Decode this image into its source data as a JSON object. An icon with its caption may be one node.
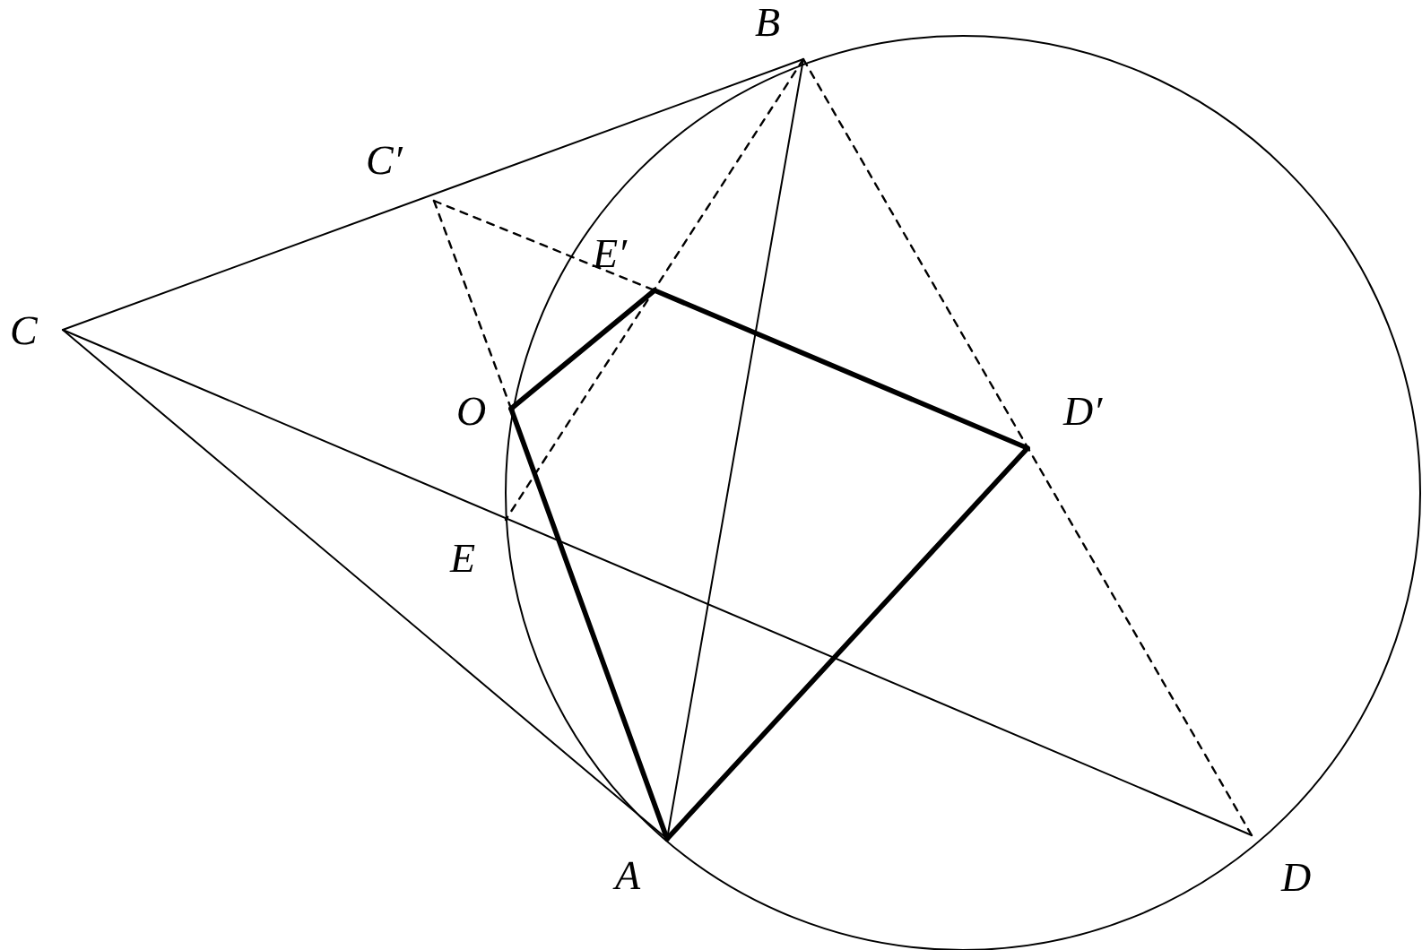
{
  "diagram": {
    "nodes": [
      {
        "text": [
          "B"
        ]
      },
      {
        "text": [
          "C′"
        ]
      },
      {
        "text": [
          "C"
        ]
      },
      {
        "text": [
          "E′"
        ]
      },
      {
        "text": [
          "O"
        ]
      },
      {
        "text": [
          "D′"
        ]
      },
      {
        "text": [
          "E"
        ]
      },
      {
        "text": [
          "A"
        ]
      },
      {
        "text": [
          "D"
        ]
      }
    ],
    "edges": [
      {
        "from": 2,
        "to": 0,
        "arrow": "none"
      },
      {
        "from": 2,
        "to": 7,
        "arrow": "none"
      },
      {
        "from": 2,
        "to": 8,
        "arrow": "none"
      },
      {
        "from": 7,
        "to": 0,
        "arrow": "none"
      },
      {
        "from": 0,
        "to": 6,
        "arrow": "none",
        "style": "dashed"
      },
      {
        "from": 0,
        "to": 8,
        "arrow": "none",
        "style": "dashed"
      },
      {
        "from": 1,
        "to": 3,
        "arrow": "none",
        "style": "dashed"
      },
      {
        "from": 1,
        "to": 4,
        "arrow": "none",
        "style": "dashed"
      },
      {
        "from": 4,
        "to": 3,
        "arrow": "none",
        "style": "thick"
      },
      {
        "from": 3,
        "to": 5,
        "arrow": "none",
        "style": "thick"
      },
      {
        "from": 5,
        "to": 7,
        "arrow": "none",
        "style": "thick"
      },
      {
        "from": 7,
        "to": 4,
        "arrow": "none",
        "style": "thick"
      }
    ]
  }
}
